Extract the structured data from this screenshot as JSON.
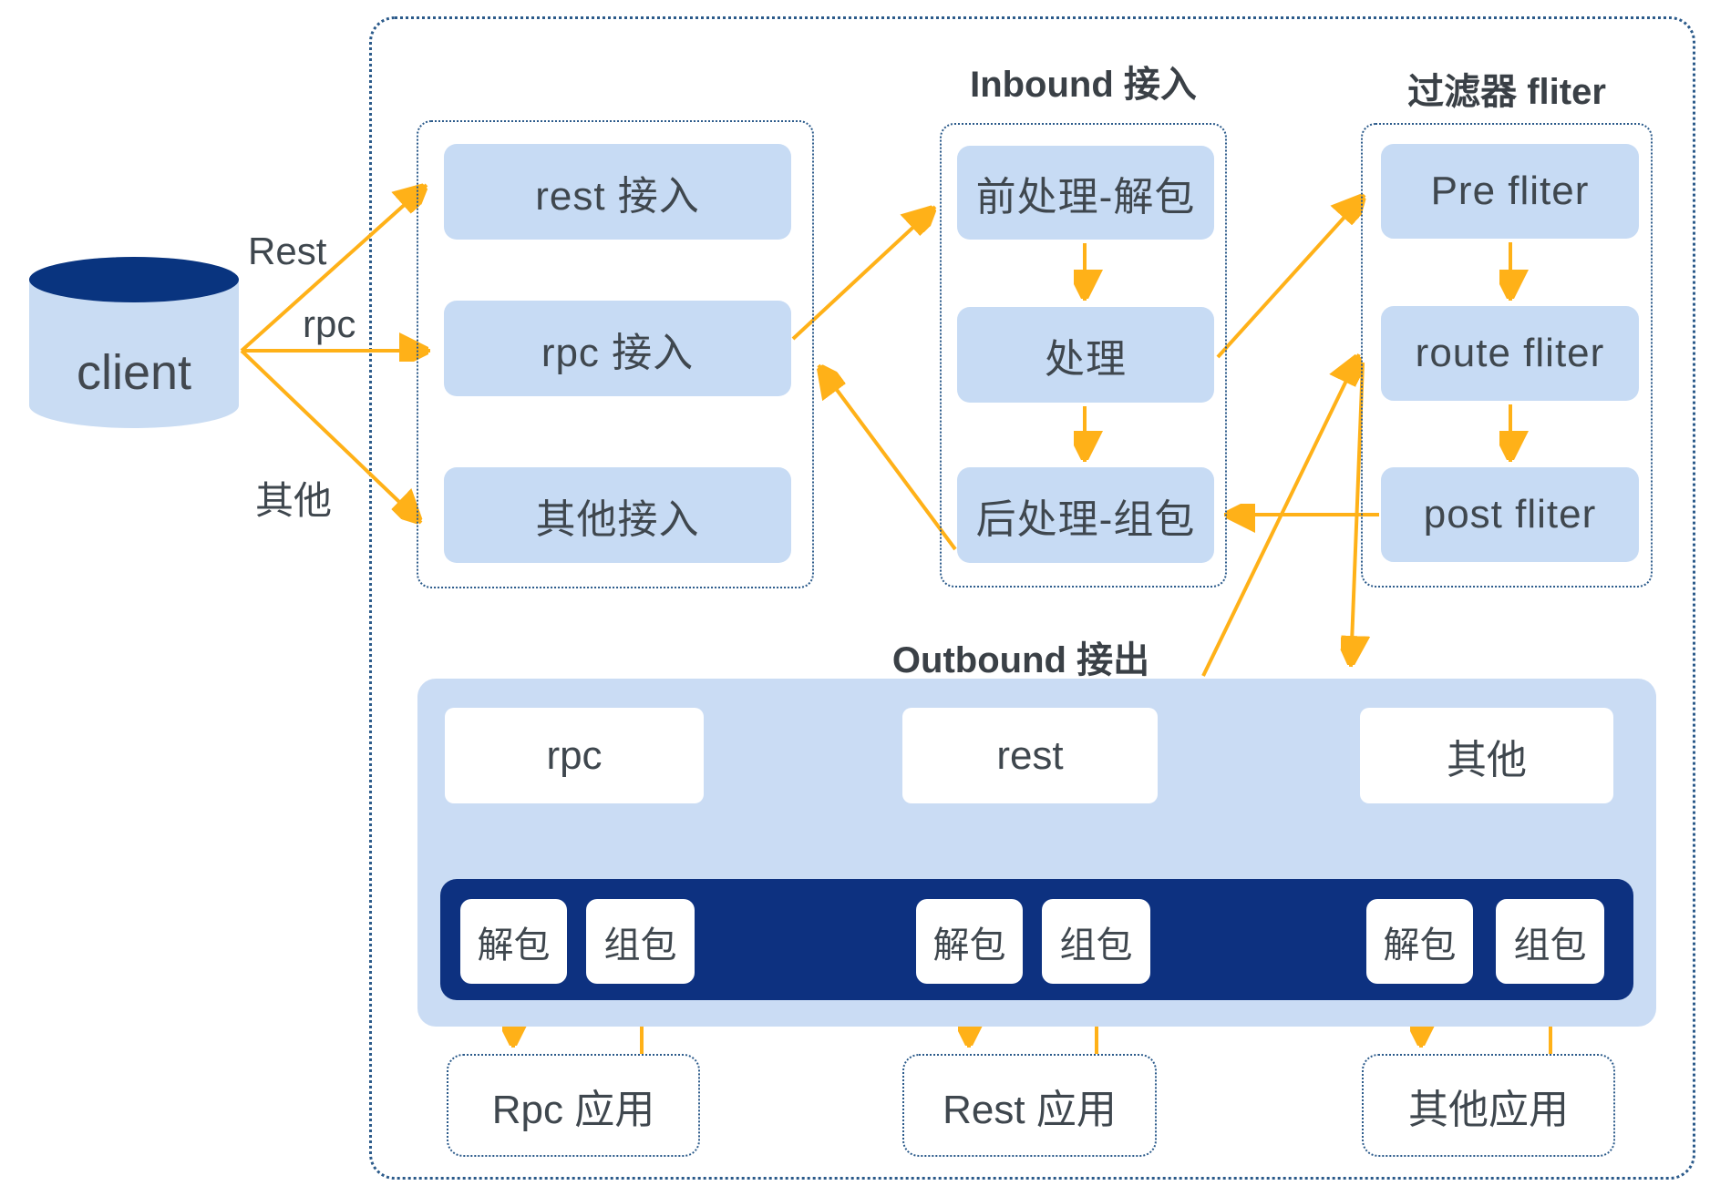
{
  "client": {
    "label": "client"
  },
  "edge_labels": {
    "rest": "Rest",
    "rpc": "rpc",
    "other": "其他"
  },
  "access_section": {
    "boxes": [
      {
        "label": "rest 接入"
      },
      {
        "label": "rpc 接入"
      },
      {
        "label": "其他接入"
      }
    ]
  },
  "inbound": {
    "title": "Inbound 接入",
    "boxes": [
      {
        "label": "前处理-解包"
      },
      {
        "label": "处理"
      },
      {
        "label": "后处理-组包"
      }
    ]
  },
  "filter": {
    "title": "过滤器 fliter",
    "boxes": [
      {
        "label": "Pre fliter"
      },
      {
        "label": "route fliter"
      },
      {
        "label": "post fliter"
      }
    ]
  },
  "outbound": {
    "title": "Outbound 接出",
    "channels": [
      {
        "label": "rpc",
        "unpack": "解包",
        "pack": "组包"
      },
      {
        "label": "rest",
        "unpack": "解包",
        "pack": "组包"
      },
      {
        "label": "其他",
        "unpack": "解包",
        "pack": "组包"
      }
    ]
  },
  "apps": [
    {
      "label": "Rpc 应用"
    },
    {
      "label": "Rest 应用"
    },
    {
      "label": "其他应用"
    }
  ],
  "colors": {
    "accent_orange": "#ffb118",
    "light_blue": "#c7dbf4",
    "navy": "#0d3180",
    "dashed_border": "#2b5a8a",
    "text_gray": "#3f474e"
  }
}
